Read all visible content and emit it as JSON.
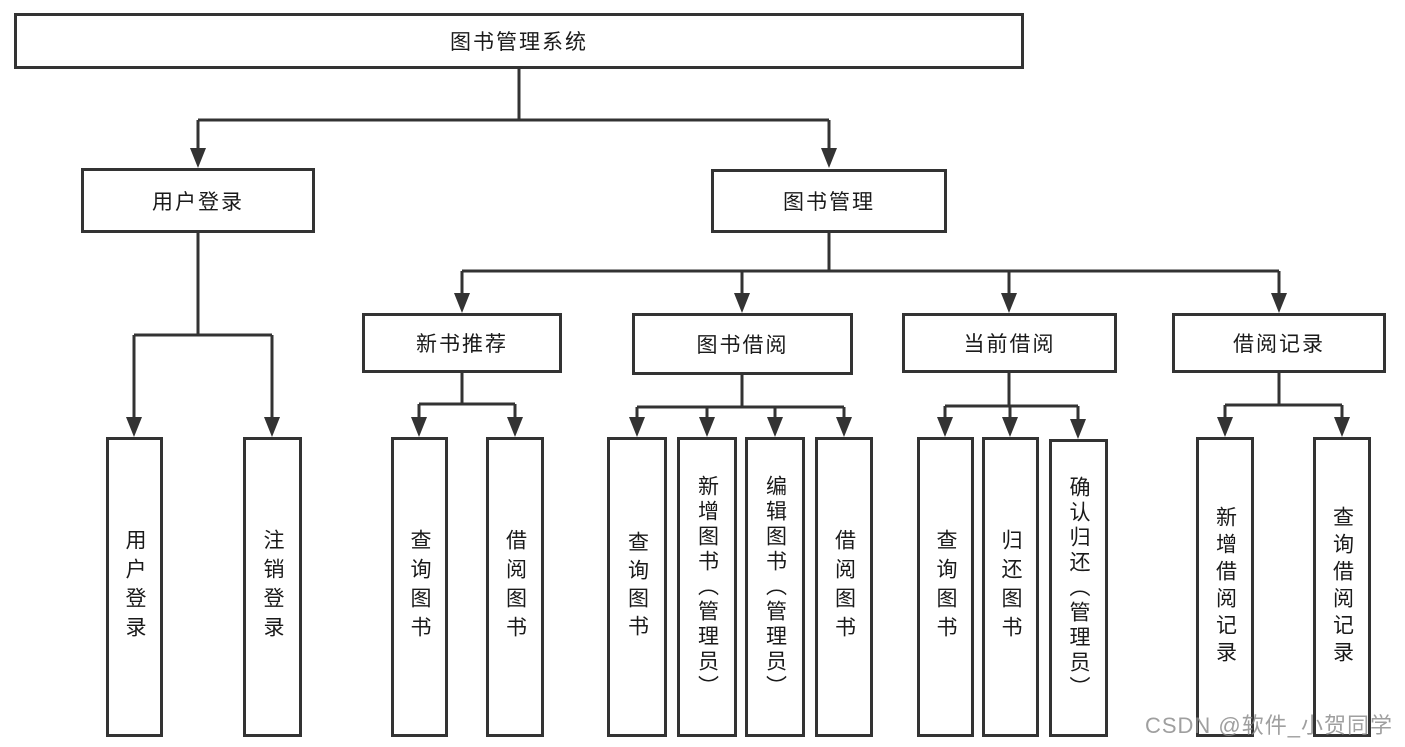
{
  "nodes": {
    "root": "图书管理系统",
    "level2": [
      {
        "label": "用户登录"
      },
      {
        "label": "图书管理"
      }
    ],
    "level3": [
      {
        "label": "新书推荐"
      },
      {
        "label": "图书借阅"
      },
      {
        "label": "当前借阅"
      },
      {
        "label": "借阅记录"
      }
    ],
    "leaves": {
      "user_login": [
        "用户登录",
        "注销登录"
      ],
      "new_book_recommend": [
        "查询图书",
        "借阅图书"
      ],
      "book_borrowing": [
        "查询图书",
        "新增图书（管理员）",
        "编辑图书（管理员）",
        "借阅图书"
      ],
      "current_borrowing": [
        "查询图书",
        "归还图书",
        "确认归还（管理员）"
      ],
      "borrowing_records": [
        "新增借阅记录",
        "查询借阅记录"
      ]
    }
  },
  "watermark": {
    "text": "CSDN @软件_小贺同学"
  },
  "colors": {
    "line": "#333333",
    "text": "#1a1a1a",
    "background": "#ffffff",
    "watermark": "#8a8a8a"
  }
}
